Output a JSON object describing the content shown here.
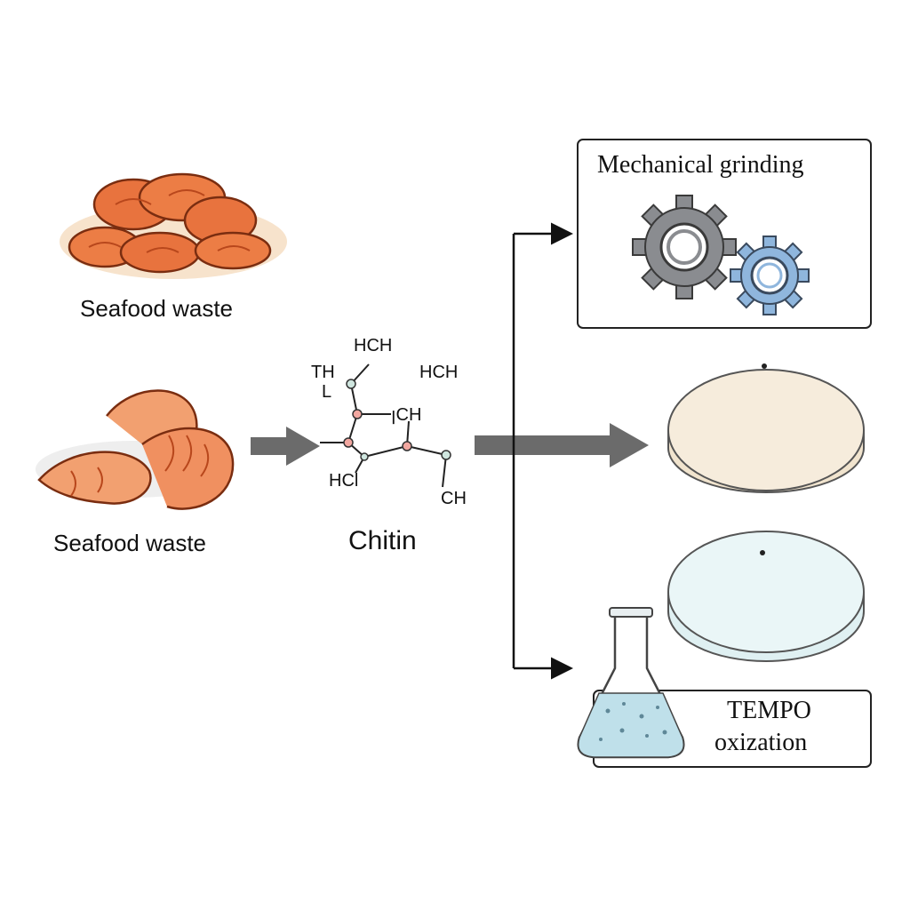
{
  "labels": {
    "seafood_waste_top": "Seafood waste",
    "seafood_waste_bottom": "Seafood waste",
    "chitin": "Chitin",
    "mechanical_grinding": "Mechanical grinding",
    "tempo_line1": "TEMPO",
    "tempo_line2": "oxization"
  },
  "chemical_groups": [
    "HCH",
    "TH",
    "HCH",
    "ꞁCH",
    "HCl",
    "CH",
    "L"
  ],
  "colors": {
    "shrimp": "#e8733e",
    "shrimp_dark": "#b8471c",
    "arrow": "#6b6b6b",
    "gear_gray": "#8a8c90",
    "gear_blue": "#8fb6dd",
    "disc_cream": "#f6ecdc",
    "disc_blue": "#eaf6f7",
    "flask_liquid": "#bfe0ea"
  },
  "icons": [
    "shrimp-pile-icon",
    "shrimp-icon",
    "gear-icon",
    "small-gear-icon",
    "film-disc-icon",
    "flask-icon"
  ]
}
